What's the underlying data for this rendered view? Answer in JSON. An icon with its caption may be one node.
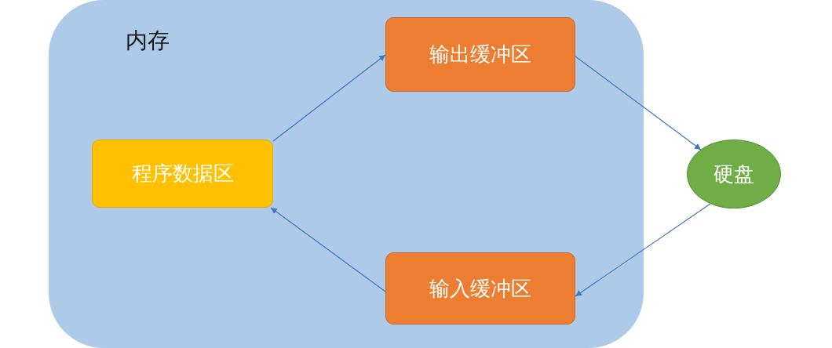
{
  "diagram": {
    "nodes": [
      {
        "text": [
          "内存"
        ]
      },
      {
        "text": [
          "程序数据区"
        ],
        "in": 0
      },
      {
        "text": [
          "输出缓冲区"
        ],
        "in": 0
      },
      {
        "text": [
          "输入缓冲区"
        ],
        "in": 0
      },
      {
        "text": [
          "硬盘"
        ]
      }
    ],
    "edges": [
      {
        "from": 1,
        "to": 2,
        "arrow": "to"
      },
      {
        "from": 2,
        "to": 4,
        "arrow": "to"
      },
      {
        "from": 4,
        "to": 3,
        "arrow": "to"
      },
      {
        "from": 3,
        "to": 1,
        "arrow": "to"
      }
    ]
  }
}
